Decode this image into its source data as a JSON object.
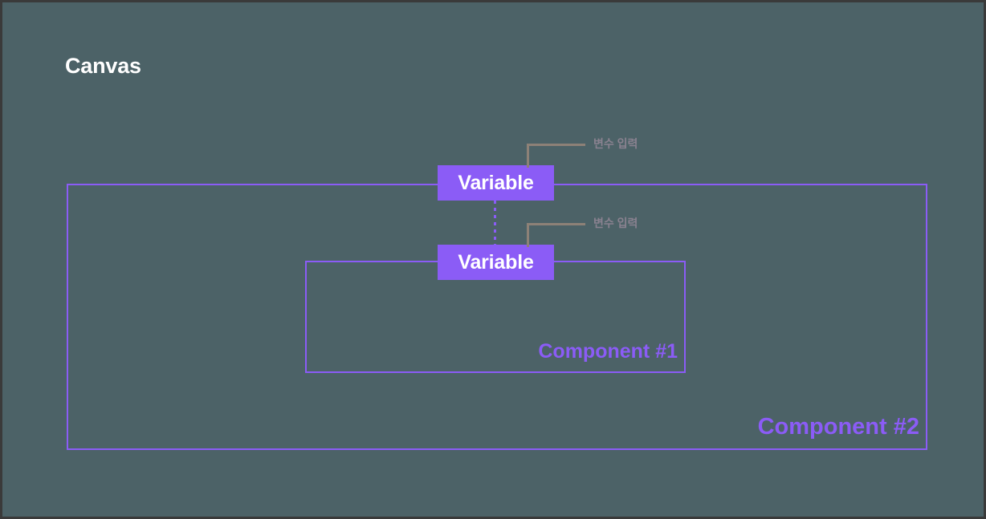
{
  "canvas": {
    "title": "Canvas",
    "background_color": "#4c6267",
    "border_color": "#3a3a3a"
  },
  "accent": {
    "purple": "#8b5cf6",
    "leader_line": "#8d8177",
    "leader_label_text": "#8a8290",
    "chip_text": "#ffffff",
    "title_text": "#ffffff"
  },
  "components": [
    {
      "id": "component-1",
      "label": "Component #1"
    },
    {
      "id": "component-2",
      "label": "Component #2"
    }
  ],
  "variables": [
    {
      "id": "variable-1",
      "label": "Variable"
    },
    {
      "id": "variable-2",
      "label": "Variable"
    }
  ],
  "callouts": [
    {
      "id": "callout-1",
      "label": "변수 입력",
      "target": "variable-1"
    },
    {
      "id": "callout-2",
      "label": "변수 입력",
      "target": "variable-2"
    }
  ],
  "connector": {
    "style": "dotted",
    "from": "variable-1",
    "to": "variable-2"
  }
}
